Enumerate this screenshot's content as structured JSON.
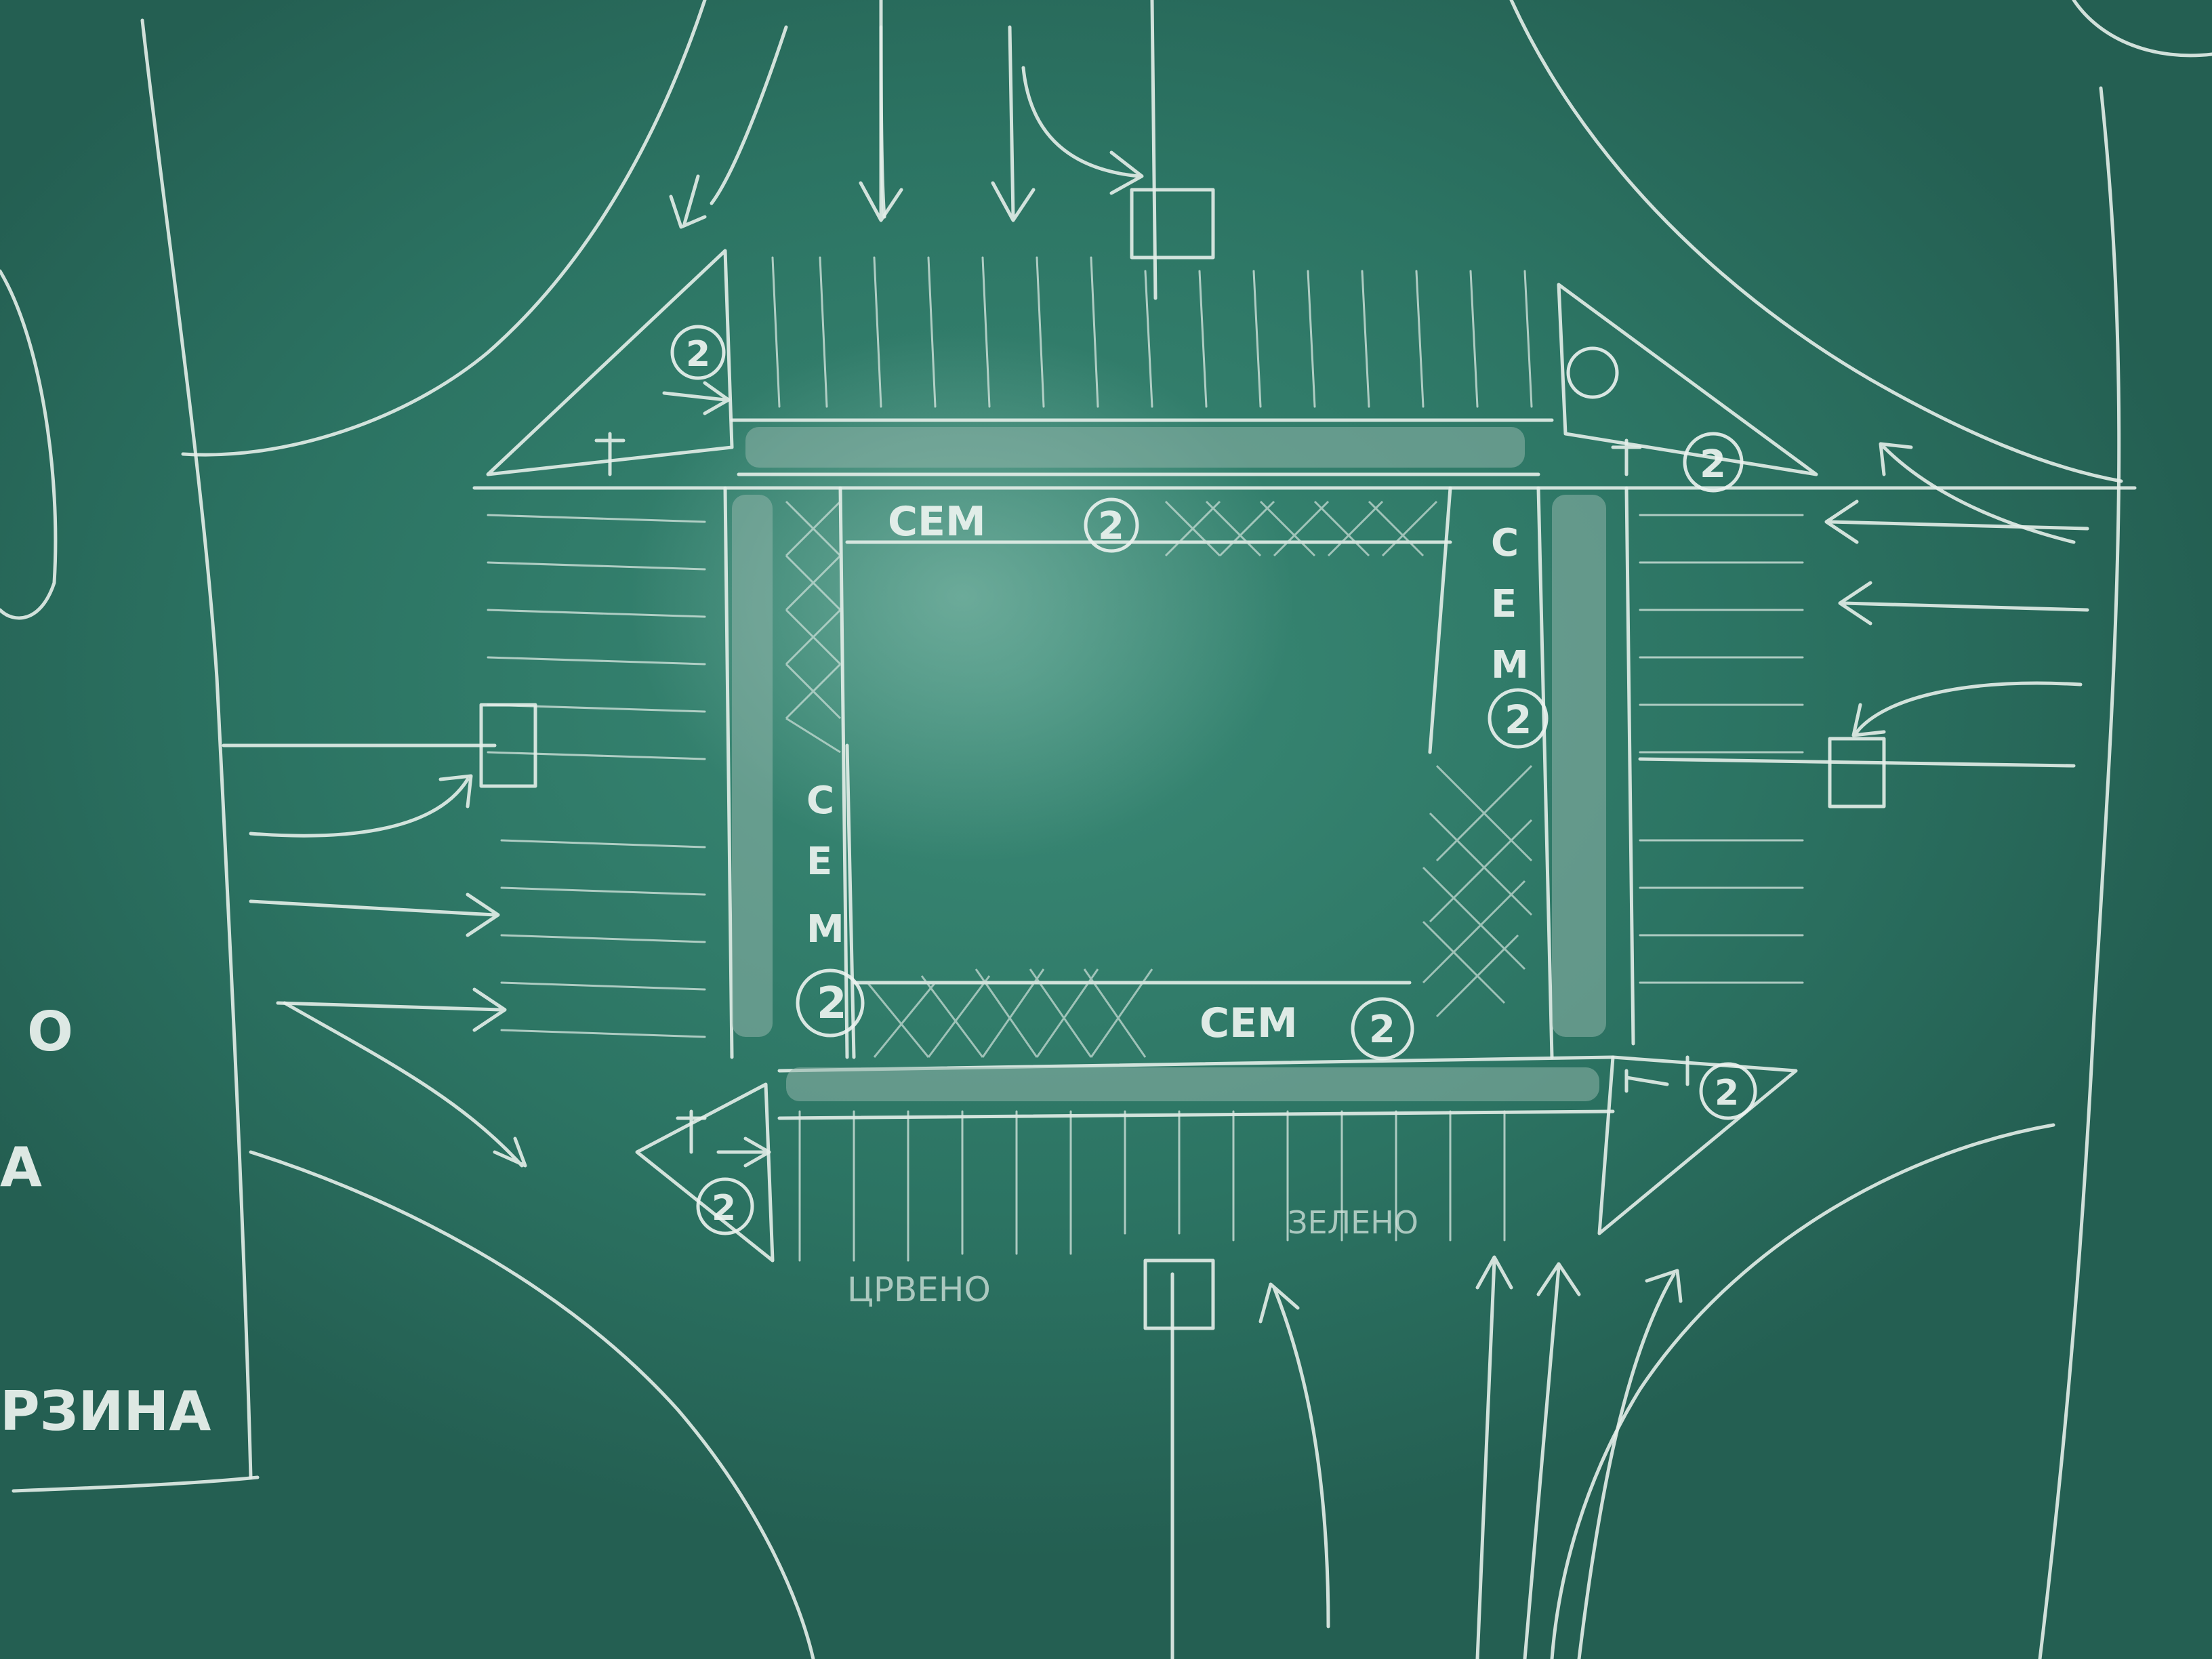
{
  "board": {
    "label_sem": "СЕМ",
    "sem_letters": [
      "С",
      "Е",
      "М"
    ],
    "circled_number": "2",
    "label_crveno": "ЦРВЕНО",
    "label_zeleno": "ЗЕЛЕНО",
    "label_edge_bottom": "РЗИНА",
    "label_edge_a": "А",
    "label_edge_o": "О"
  },
  "colors": {
    "board": "#2f7a68",
    "chalk": "#e4eee9"
  }
}
